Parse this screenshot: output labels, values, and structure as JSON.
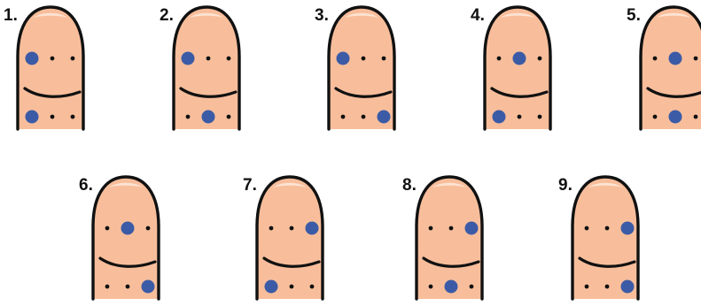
{
  "colors": {
    "skin": "#F8BE9B",
    "skin_light": "#FCE3D2",
    "outline": "#111111",
    "crease": "#111111",
    "dot_small": "#111111",
    "dot_big": "#3C5BA6",
    "background": "#FFFFFF"
  },
  "fingers": [
    {
      "label": "1.",
      "top_big": 0,
      "bottom_big": 0
    },
    {
      "label": "2.",
      "top_big": 0,
      "bottom_big": 1
    },
    {
      "label": "3.",
      "top_big": 0,
      "bottom_big": 2
    },
    {
      "label": "4.",
      "top_big": 1,
      "bottom_big": 0
    },
    {
      "label": "5.",
      "top_big": 1,
      "bottom_big": 1
    },
    {
      "label": "6.",
      "top_big": 1,
      "bottom_big": 2
    },
    {
      "label": "7.",
      "top_big": 2,
      "bottom_big": 0
    },
    {
      "label": "8.",
      "top_big": 2,
      "bottom_big": 1
    },
    {
      "label": "9.",
      "top_big": 2,
      "bottom_big": 2
    }
  ]
}
